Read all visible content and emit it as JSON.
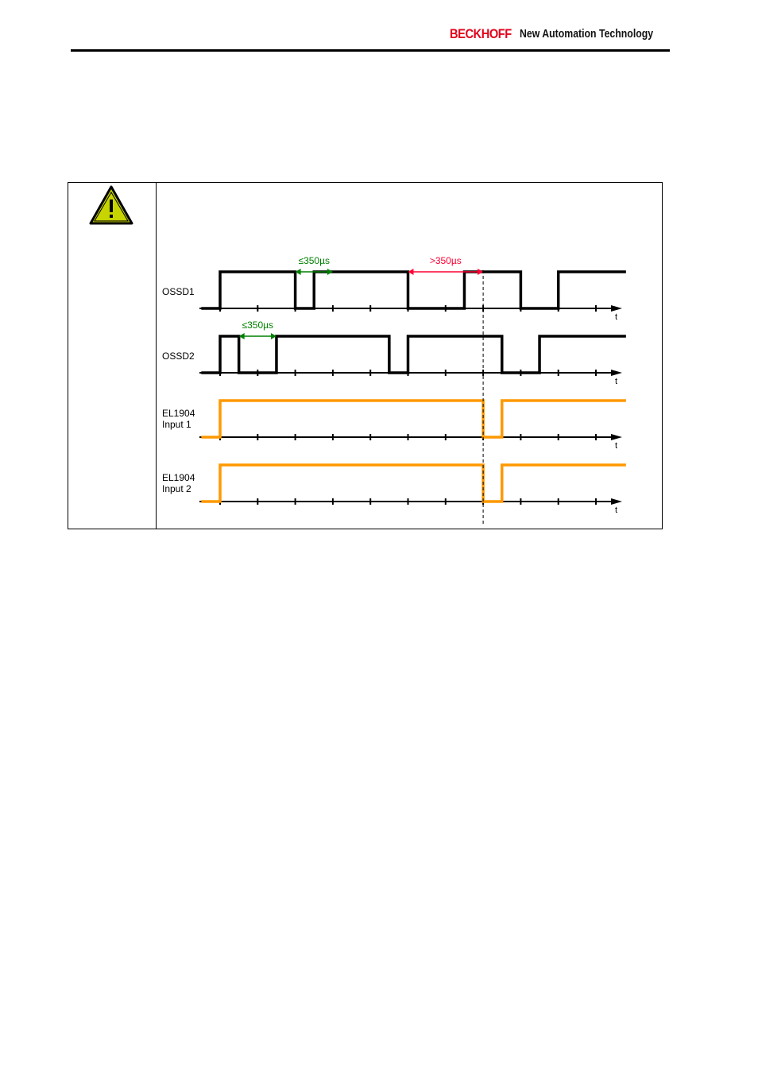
{
  "header": {
    "brand": "BECKHOFF",
    "tagline": "New Automation Technology"
  },
  "warning": {
    "icon": "warning-triangle-icon"
  },
  "colors": {
    "brand_red": "#e2001a",
    "ossd_signal": "#000000",
    "el1904_signal": "#ff9900",
    "ok_interval": "#008000",
    "fault_interval": "#ff0033",
    "warning_yellow": "#c8d400"
  },
  "diagram": {
    "axis_label": "t",
    "tick_count": 11,
    "fault_marker_time": 7,
    "channels": [
      {
        "label_lines": [
          "OSSD1"
        ],
        "color_key": "ossd_signal",
        "edges": [
          [
            -0.5,
            0
          ],
          [
            0,
            1
          ],
          [
            2,
            0
          ],
          [
            2.5,
            1
          ],
          [
            5,
            0
          ],
          [
            6.5,
            1
          ],
          [
            8,
            0
          ],
          [
            9,
            1
          ],
          [
            10.8,
            1
          ]
        ]
      },
      {
        "label_lines": [
          "OSSD2"
        ],
        "color_key": "ossd_signal",
        "edges": [
          [
            -0.5,
            0
          ],
          [
            0,
            1
          ],
          [
            0.5,
            0
          ],
          [
            1.5,
            1
          ],
          [
            4.5,
            0
          ],
          [
            5,
            1
          ],
          [
            7.5,
            0
          ],
          [
            8.5,
            1
          ],
          [
            10.8,
            1
          ]
        ]
      },
      {
        "label_lines": [
          "EL1904",
          "Input 1"
        ],
        "color_key": "el1904_signal",
        "edges": [
          [
            -0.5,
            0
          ],
          [
            0,
            1
          ],
          [
            7,
            0
          ],
          [
            7.5,
            1
          ],
          [
            10.8,
            1
          ]
        ]
      },
      {
        "label_lines": [
          "EL1904",
          "Input 2"
        ],
        "color_key": "el1904_signal",
        "edges": [
          [
            -0.5,
            0
          ],
          [
            0,
            1
          ],
          [
            7,
            0
          ],
          [
            7.5,
            1
          ],
          [
            10.8,
            1
          ]
        ]
      }
    ],
    "intervals": [
      {
        "channel": 0,
        "from": 2,
        "to": 3,
        "label": "≤350µs",
        "color_key": "ok_interval"
      },
      {
        "channel": 0,
        "from": 5,
        "to": 7,
        "label": ">350µs",
        "color_key": "fault_interval"
      },
      {
        "channel": 1,
        "from": 0.5,
        "to": 1.5,
        "label": "≤350µs",
        "color_key": "ok_interval"
      }
    ]
  }
}
